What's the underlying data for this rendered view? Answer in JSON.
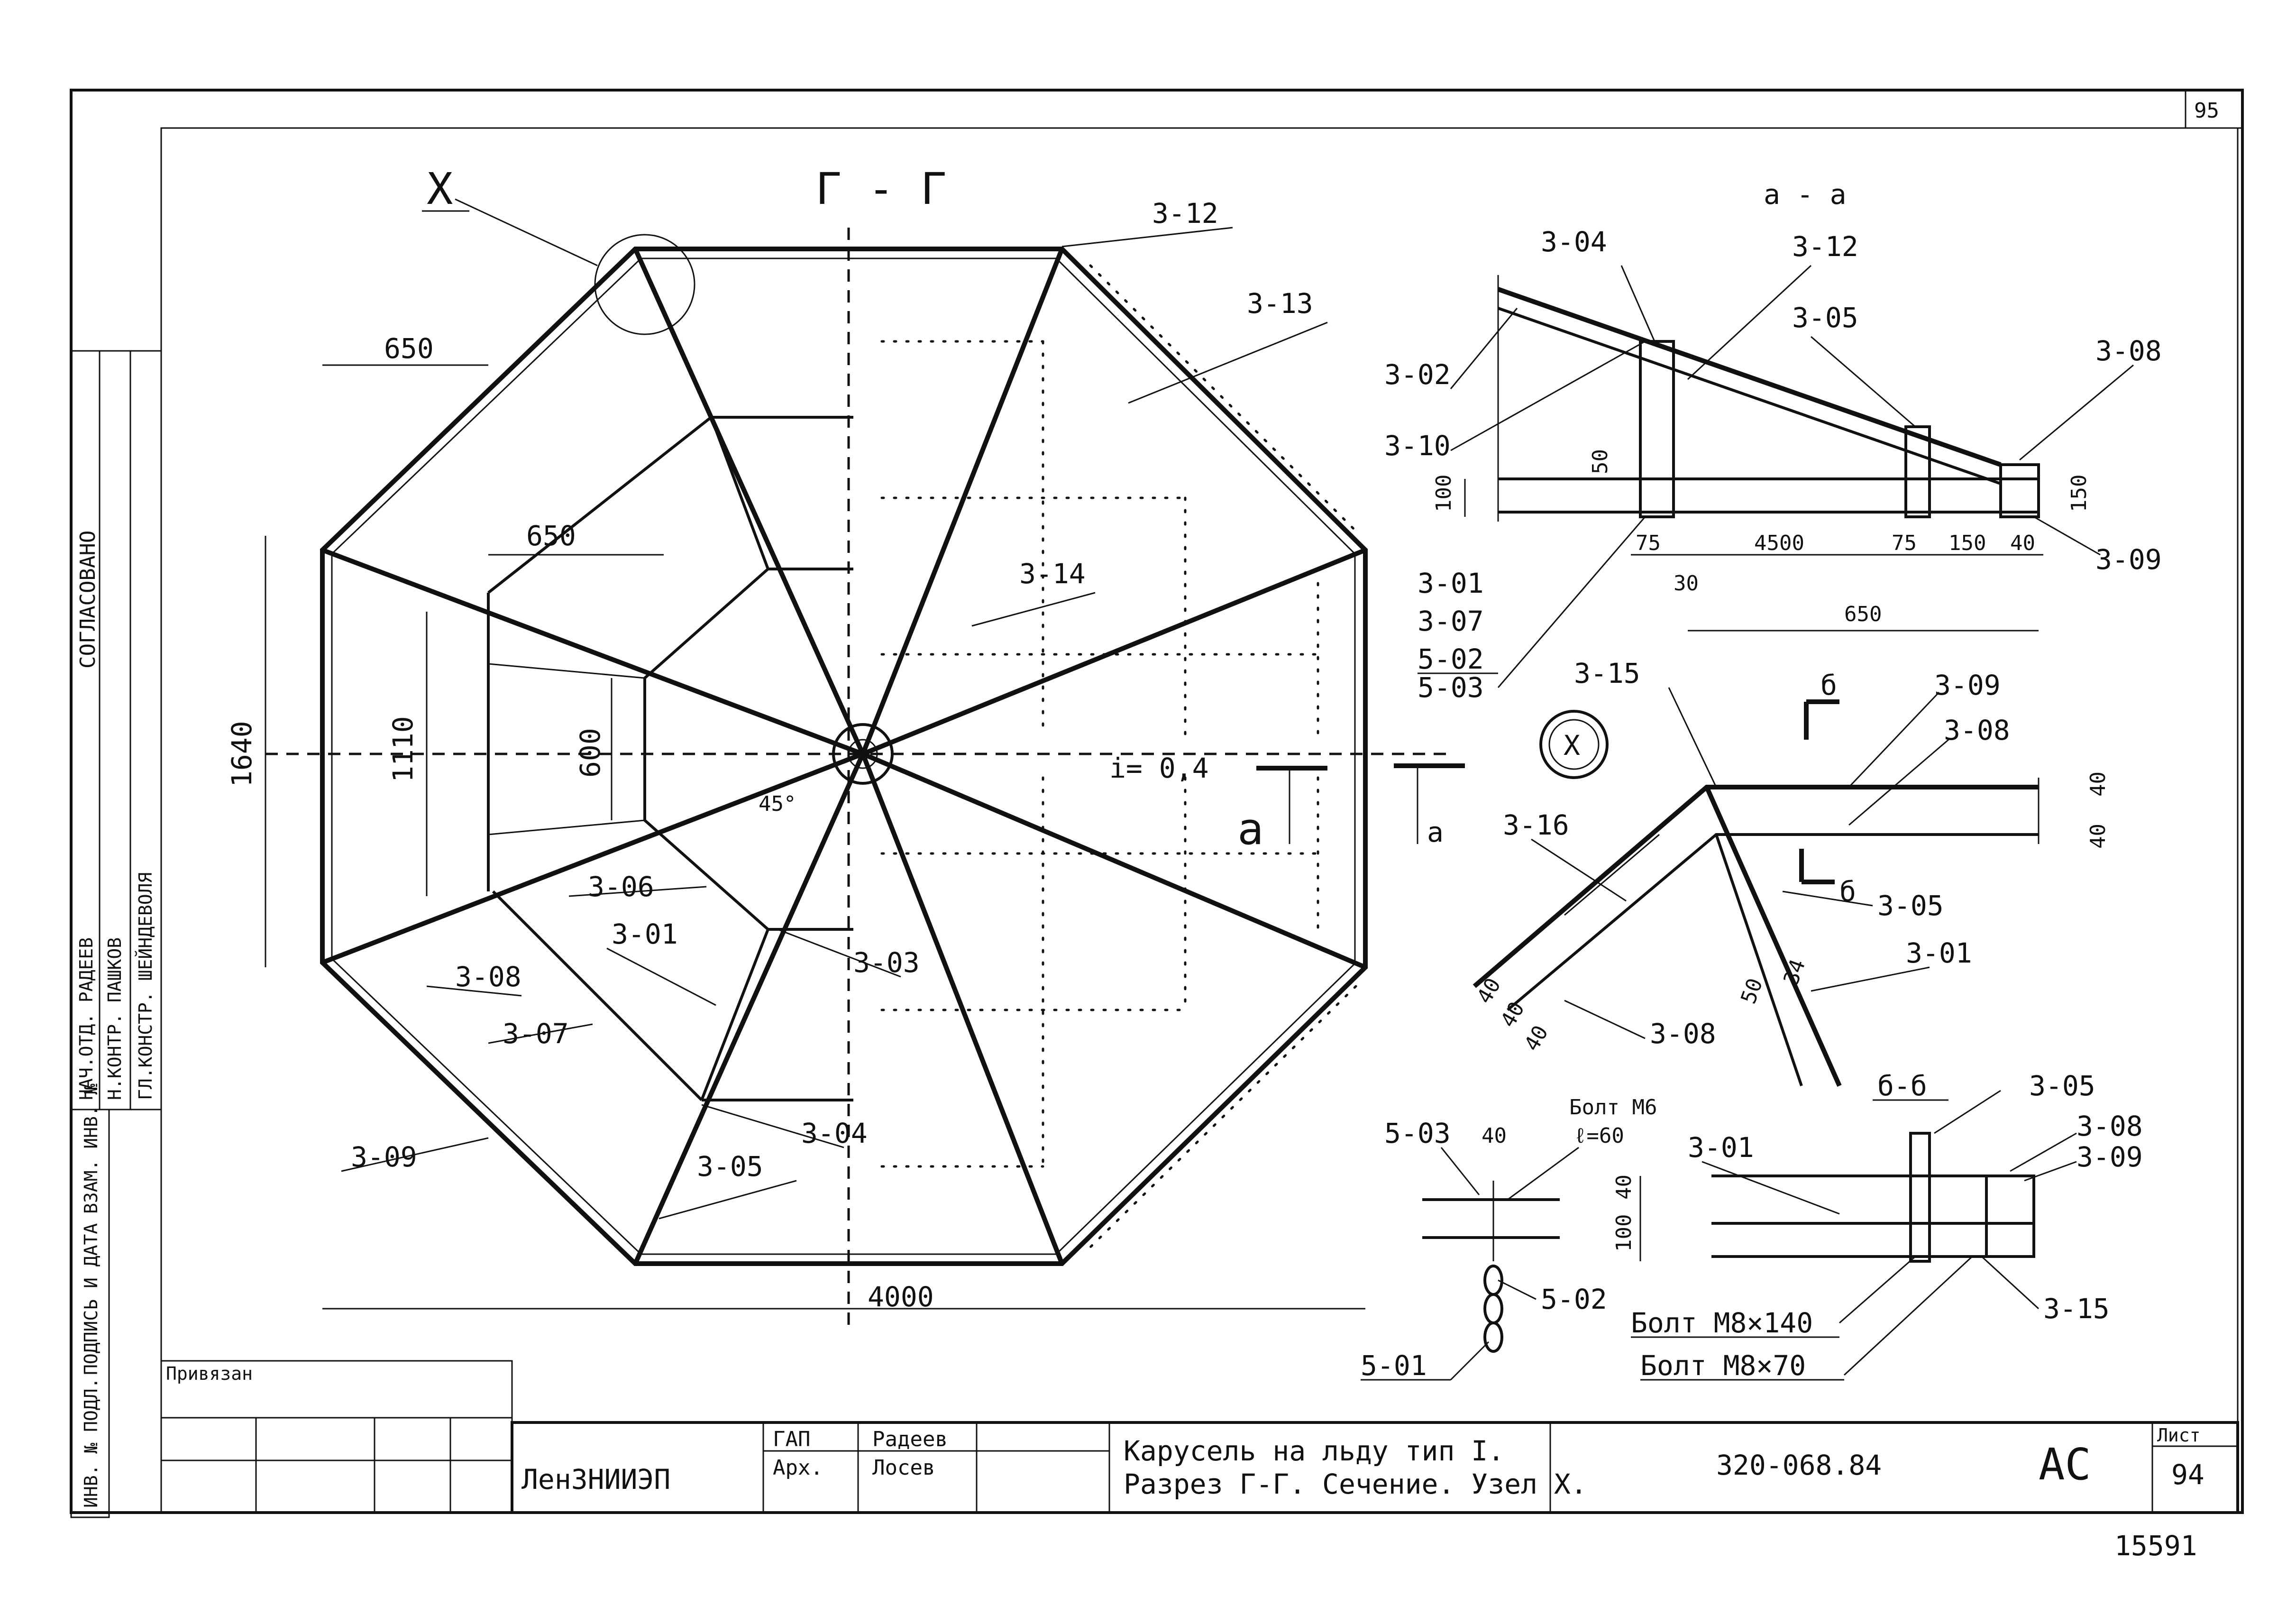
{
  "sheet_number_top": "95",
  "sheet_number_bottom": "15591",
  "section_title": "Г - Г",
  "view_a_title": "а - а",
  "node_label": "X",
  "section_b_label": "б-б",
  "marker_b": "б",
  "marker_a": "а",
  "slope_label": "i= 0,4",
  "angle_label": "45°",
  "dimensions": {
    "d650a": "650",
    "d650b": "650",
    "d1640": "1640",
    "d1110": "1110",
    "d600": "600",
    "d4000": "4000",
    "d100": "100",
    "d50": "50",
    "d150": "150",
    "d75a": "75",
    "d4500": "4500",
    "d75b": "75",
    "d150b": "150",
    "d40": "40",
    "d30": "30",
    "d650c": "650",
    "d40x": "40",
    "d40y": "40",
    "d40z": "40",
    "d100b": "100",
    "d40c": "40",
    "d50b": "50",
    "d34": "34",
    "d40d": "40",
    "d40e": "40",
    "d40f": "40"
  },
  "marks": {
    "m312": "3-12",
    "m313": "3-13",
    "m314": "3-14",
    "m306": "3-06",
    "m301": "3-01",
    "m303": "3-03",
    "m308": "3-08",
    "m307": "3-07",
    "m309": "3-09",
    "m304": "3-04",
    "m305": "3-05",
    "a304": "3-04",
    "a312": "3-12",
    "a305": "3-05",
    "a302": "3-02",
    "a308": "3-08",
    "a310": "3-10",
    "a301": "3-01",
    "a307": "3-07",
    "a502": "5-02",
    "a503": "5-03",
    "a309": "3-09",
    "x315": "3-15",
    "x309": "3-09",
    "x308": "3-08",
    "x316": "3-16",
    "x305": "3-05",
    "x301": "3-01",
    "x308b": "3-08",
    "b305": "3-05",
    "b308": "3-08",
    "b309": "3-09",
    "b301": "3-01",
    "b315": "3-15",
    "c503": "5-03",
    "c502": "5-02",
    "c501": "5-01"
  },
  "bolts": {
    "m6": "Болт М6",
    "m6len": "ℓ=60",
    "m8x140": "Болт М8×140",
    "m8x70": "Болт М8×70"
  },
  "side_stamp": {
    "agreed": "СОГЛАСОВАНО",
    "rows": [
      "НАЧ.ОТД. РАДЕЕВ",
      "Н.КОНТР. ПАШКОВ",
      "ГЛ.КОНСТР. ШЕЙНДЕВОЛЯ"
    ],
    "col_inv": "ИНВ. № ПОДЛ.",
    "col_sign": "ПОДПИСЬ И ДАТА",
    "col_vzam": "ВЗАМ. ИНВ. №"
  },
  "title_block": {
    "privyazan": "Привязан",
    "org": "ЛенЗНИИЭП",
    "roles": [
      "ГАП",
      "Арх."
    ],
    "names": [
      "Радеев",
      "Лосев"
    ],
    "title_line1": "Карусель на льду тип I.",
    "title_line2": "Разрез Г-Г. Сечение. Узел X.",
    "code": "320-068.84",
    "stage": "АС",
    "sheet_label": "Лист",
    "sheet": "94"
  }
}
